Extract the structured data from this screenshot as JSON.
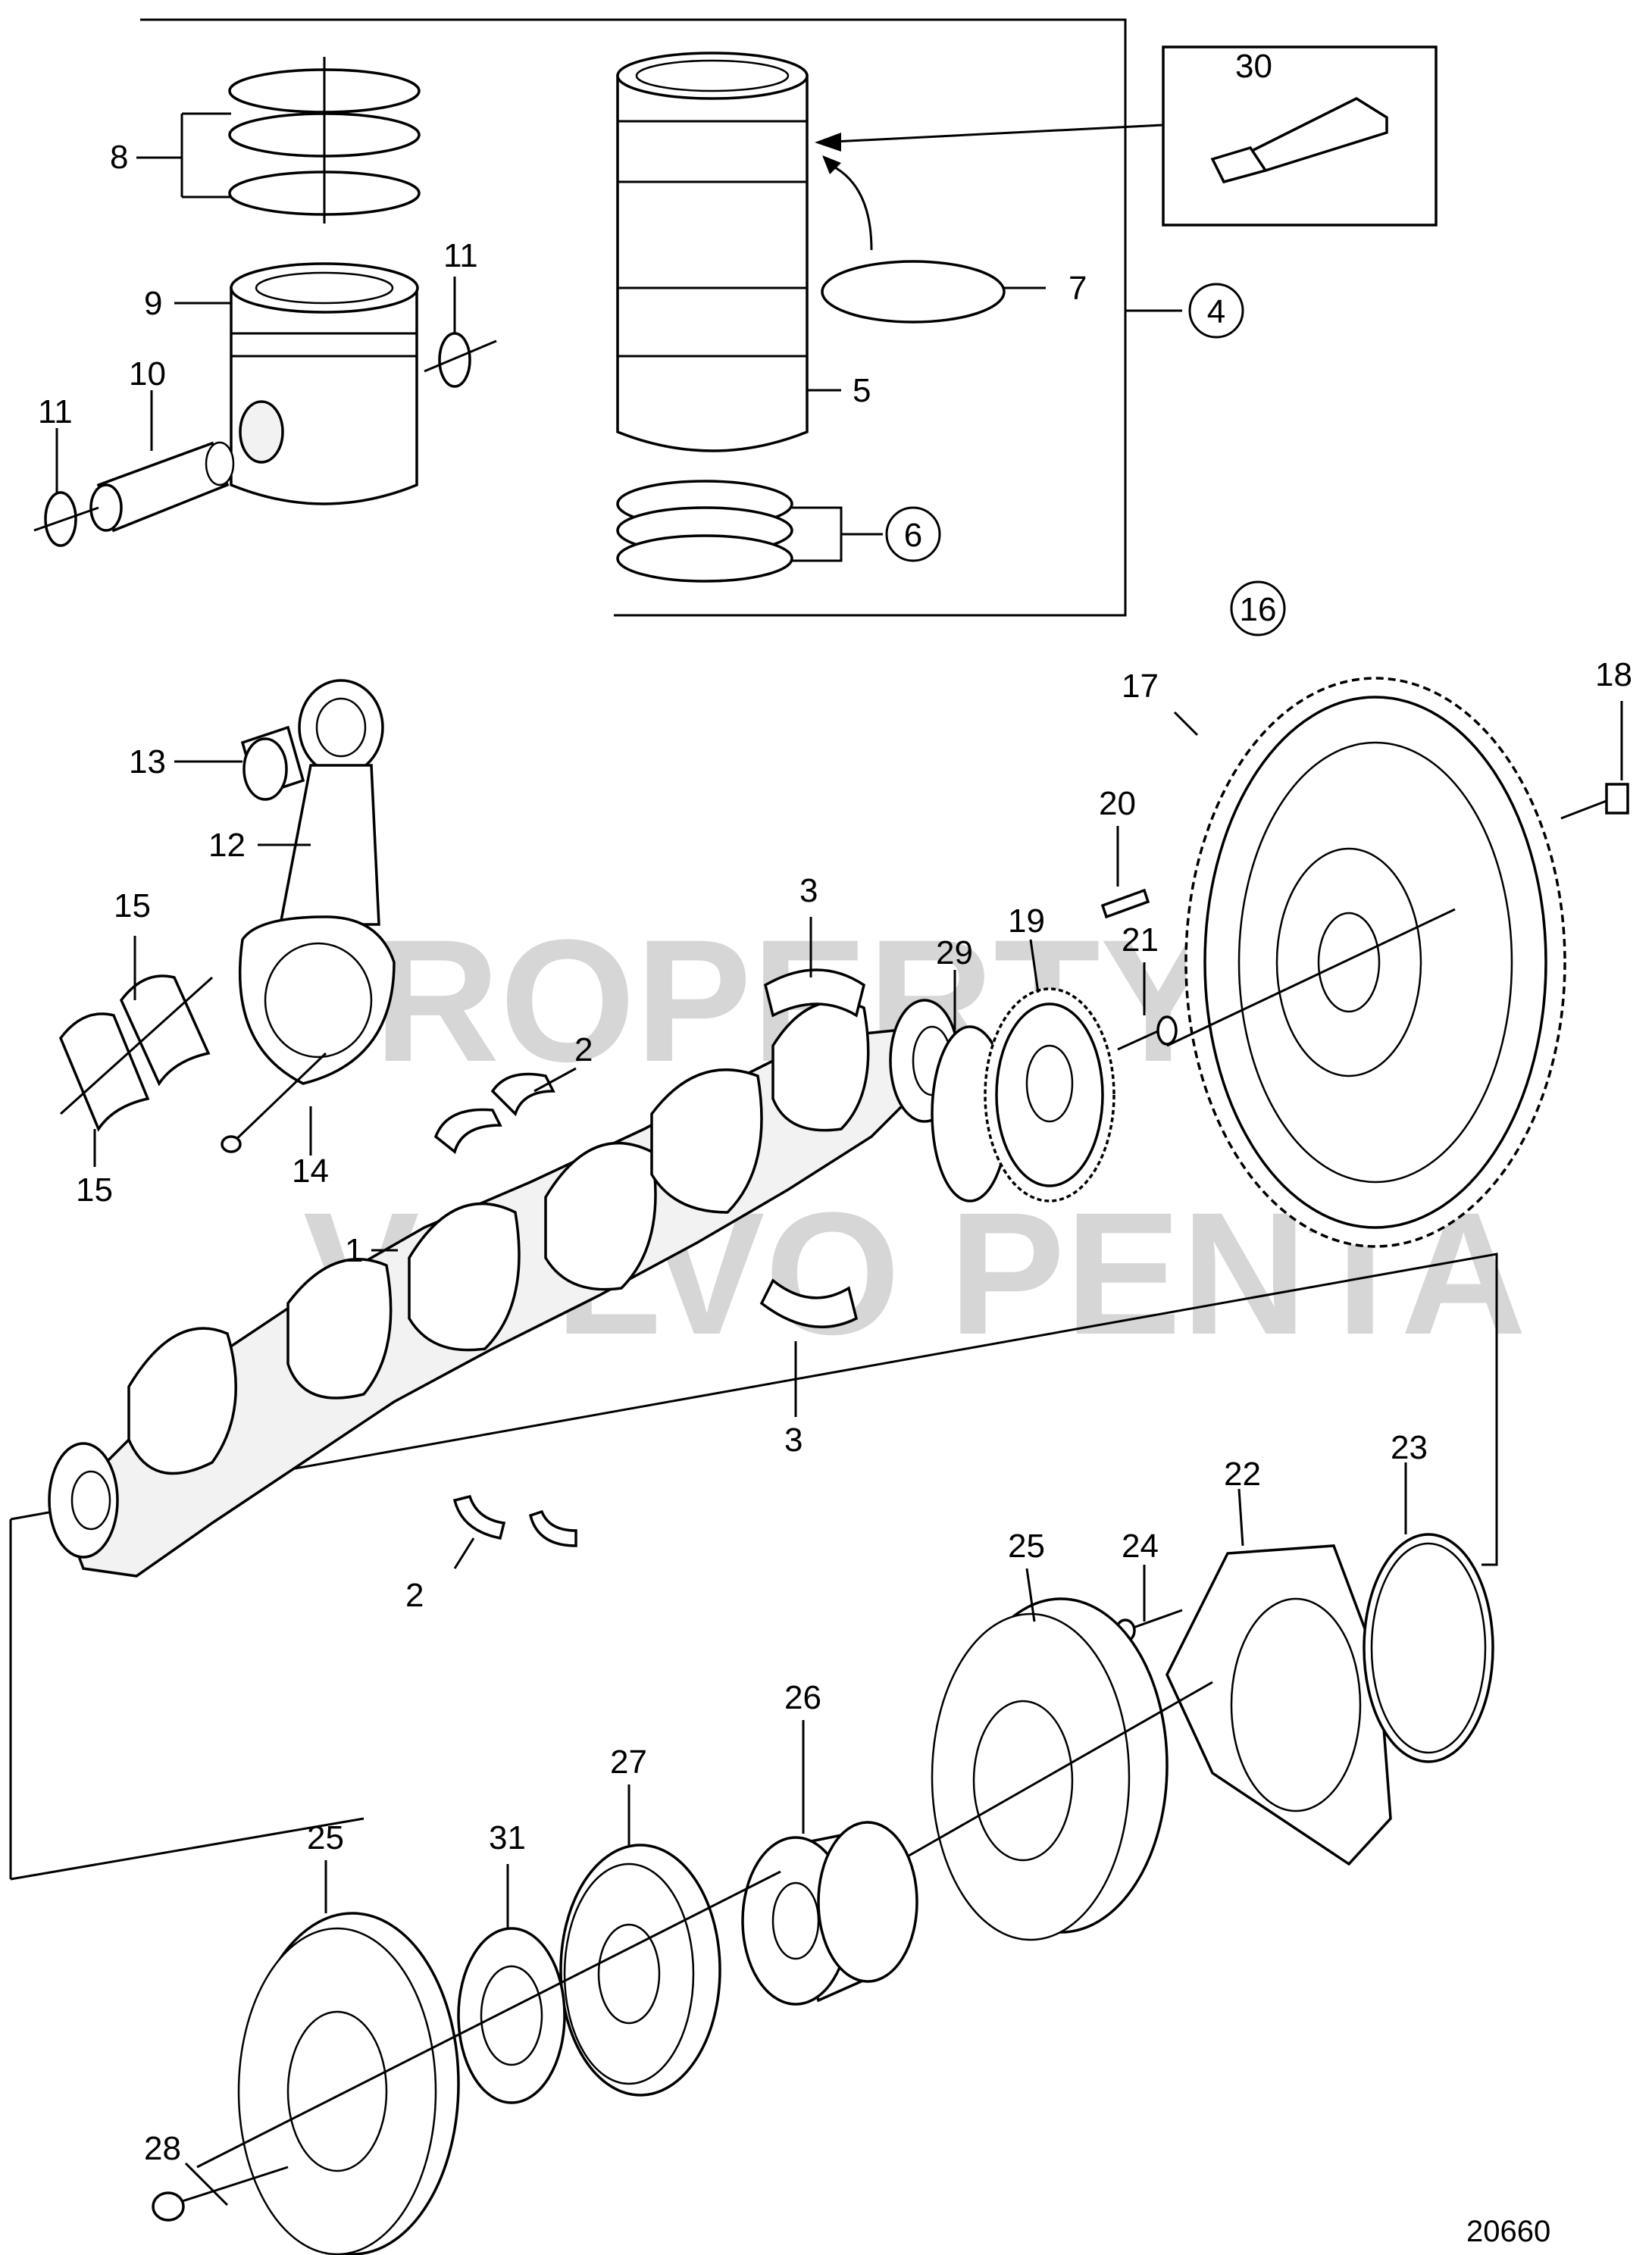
{
  "figure_number": "20660",
  "watermark": {
    "line1": "PROPERTY OF",
    "line2": "VOLVO PENTA"
  },
  "callouts": {
    "c1": "1",
    "c2a": "2",
    "c2b": "2",
    "c3a": "3",
    "c3b": "3",
    "c4": "4",
    "c5": "5",
    "c6": "6",
    "c7": "7",
    "c8": "8",
    "c9": "9",
    "c10": "10",
    "c11a": "11",
    "c11b": "11",
    "c12": "12",
    "c13": "13",
    "c14": "14",
    "c15a": "15",
    "c15b": "15",
    "c16": "16",
    "c17": "17",
    "c18": "18",
    "c19": "19",
    "c20": "20",
    "c21": "21",
    "c22": "22",
    "c23": "23",
    "c24": "24",
    "c25a": "25",
    "c25b": "25",
    "c26": "26",
    "c27": "27",
    "c28": "28",
    "c29": "29",
    "c30": "30",
    "c31": "31"
  }
}
